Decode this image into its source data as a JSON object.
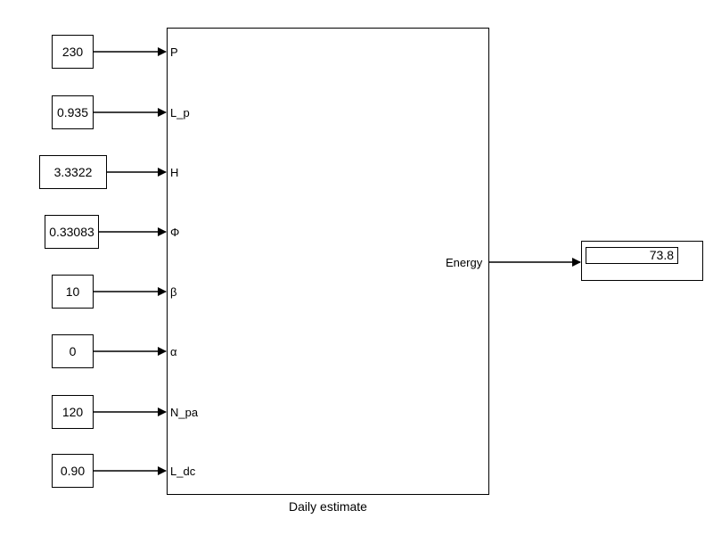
{
  "constants": [
    {
      "value": "230"
    },
    {
      "value": "0.935"
    },
    {
      "value": "3.3322"
    },
    {
      "value": "0.33083"
    },
    {
      "value": "10"
    },
    {
      "value": "0"
    },
    {
      "value": "120"
    },
    {
      "value": "0.90"
    }
  ],
  "subsystem": {
    "name": "Daily estimate",
    "inputs": [
      "P",
      "L_p",
      "H",
      "Φ",
      "β",
      "α",
      "N_pa",
      "L_dc"
    ],
    "output": "Energy"
  },
  "display": {
    "value": "73.8"
  }
}
